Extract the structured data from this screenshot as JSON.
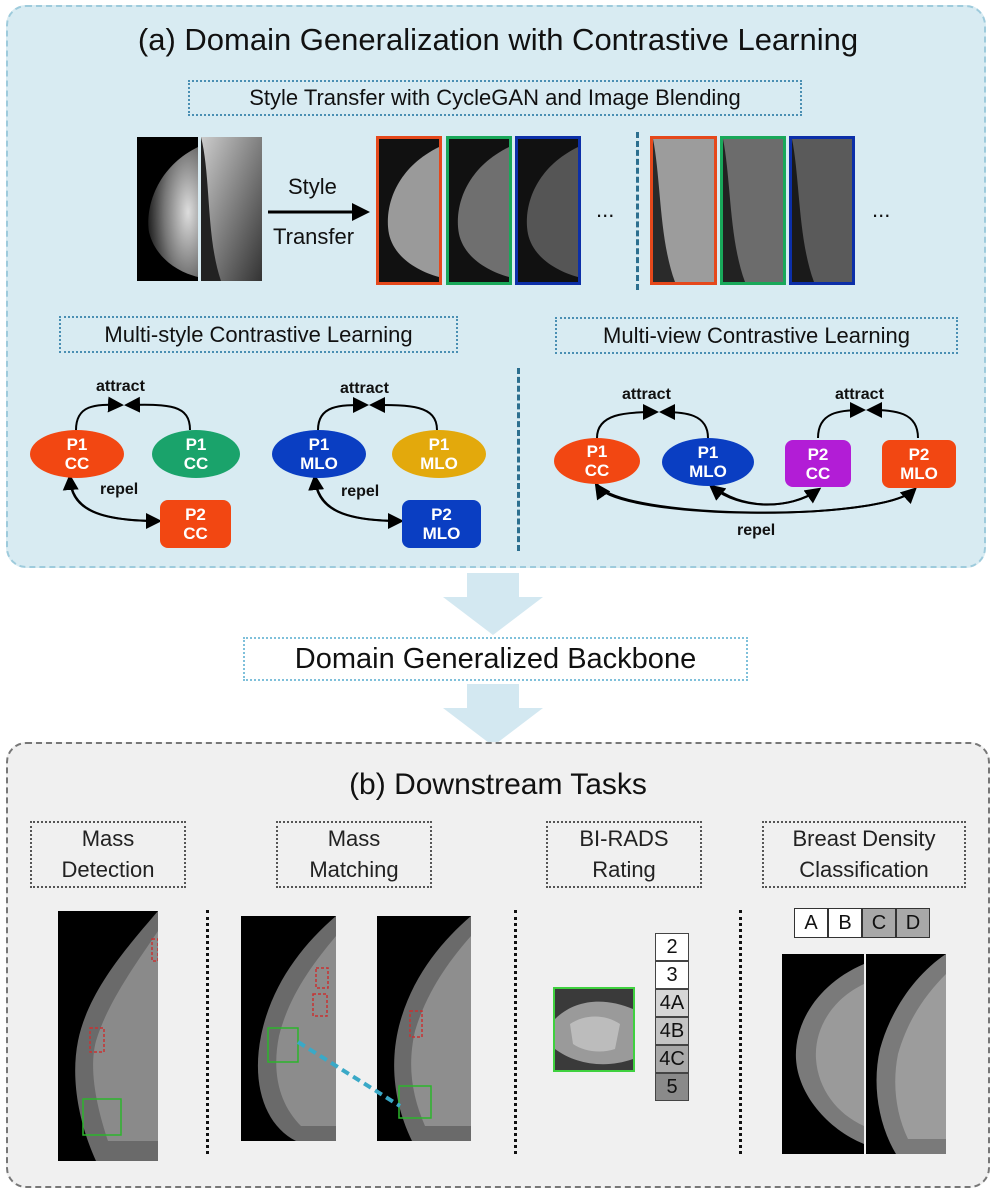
{
  "panel_a": {
    "title": "(a) Domain Generalization with Contrastive Learning",
    "style_transfer_box": "Style Transfer with CycleGAN and Image Blending",
    "arrow_label_line1": "Style",
    "arrow_label_line2": "Transfer",
    "ellipsis": "...",
    "multi_style_box": "Multi-style Contrastive Learning",
    "multi_view_box": "Multi-view Contrastive Learning",
    "attract": "attract",
    "repel": "repel",
    "nodes": {
      "p1": "P1",
      "p2": "P2",
      "cc": "CC",
      "mlo": "MLO"
    },
    "colors": {
      "red": "#f24712",
      "green": "#1aa36b",
      "blue": "#0a3ec2",
      "yellow": "#e3a90c",
      "purple": "#b21dd6",
      "border_red": "#e5481b",
      "border_green": "#19a85a",
      "border_blue": "#0c2fa8"
    }
  },
  "backbone": {
    "label": "Domain Generalized Backbone"
  },
  "panel_b": {
    "title": "(b) Downstream Tasks",
    "tasks": [
      {
        "line1": "Mass",
        "line2": "Detection"
      },
      {
        "line1": "Mass",
        "line2": "Matching"
      },
      {
        "line1": "BI-RADS",
        "line2": "Rating"
      },
      {
        "line1": "Breast Density",
        "line2": "Classification"
      }
    ],
    "birads_grades": [
      "2",
      "3",
      "4A",
      "4B",
      "4C",
      "5"
    ],
    "density_classes": [
      "A",
      "B",
      "C",
      "D"
    ]
  }
}
